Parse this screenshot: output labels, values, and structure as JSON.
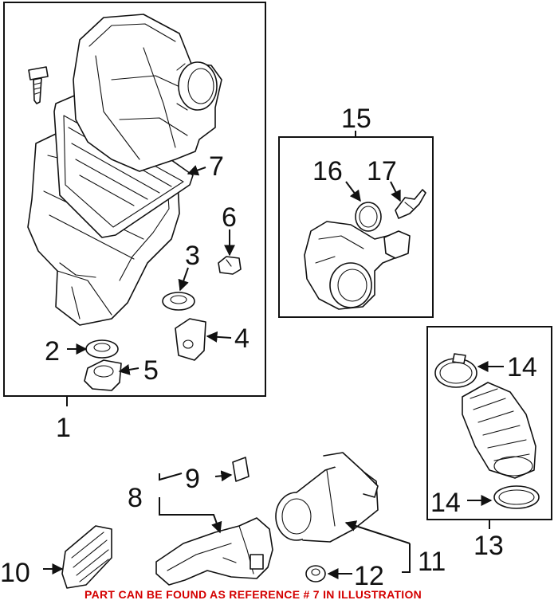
{
  "callouts": {
    "c1": "1",
    "c2": "2",
    "c3": "3",
    "c4": "4",
    "c5": "5",
    "c6": "6",
    "c7": "7",
    "c8": "8",
    "c9": "9",
    "c10": "10",
    "c11": "11",
    "c12": "12",
    "c13": "13",
    "c14a": "14",
    "c14b": "14",
    "c15": "15",
    "c16": "16",
    "c17": "17"
  },
  "footer_note": "PART CAN BE FOUND AS REFERENCE # 7 IN ILLUSTRATION",
  "colors": {
    "line": "#111111",
    "note": "#d40000",
    "background": "#ffffff"
  }
}
